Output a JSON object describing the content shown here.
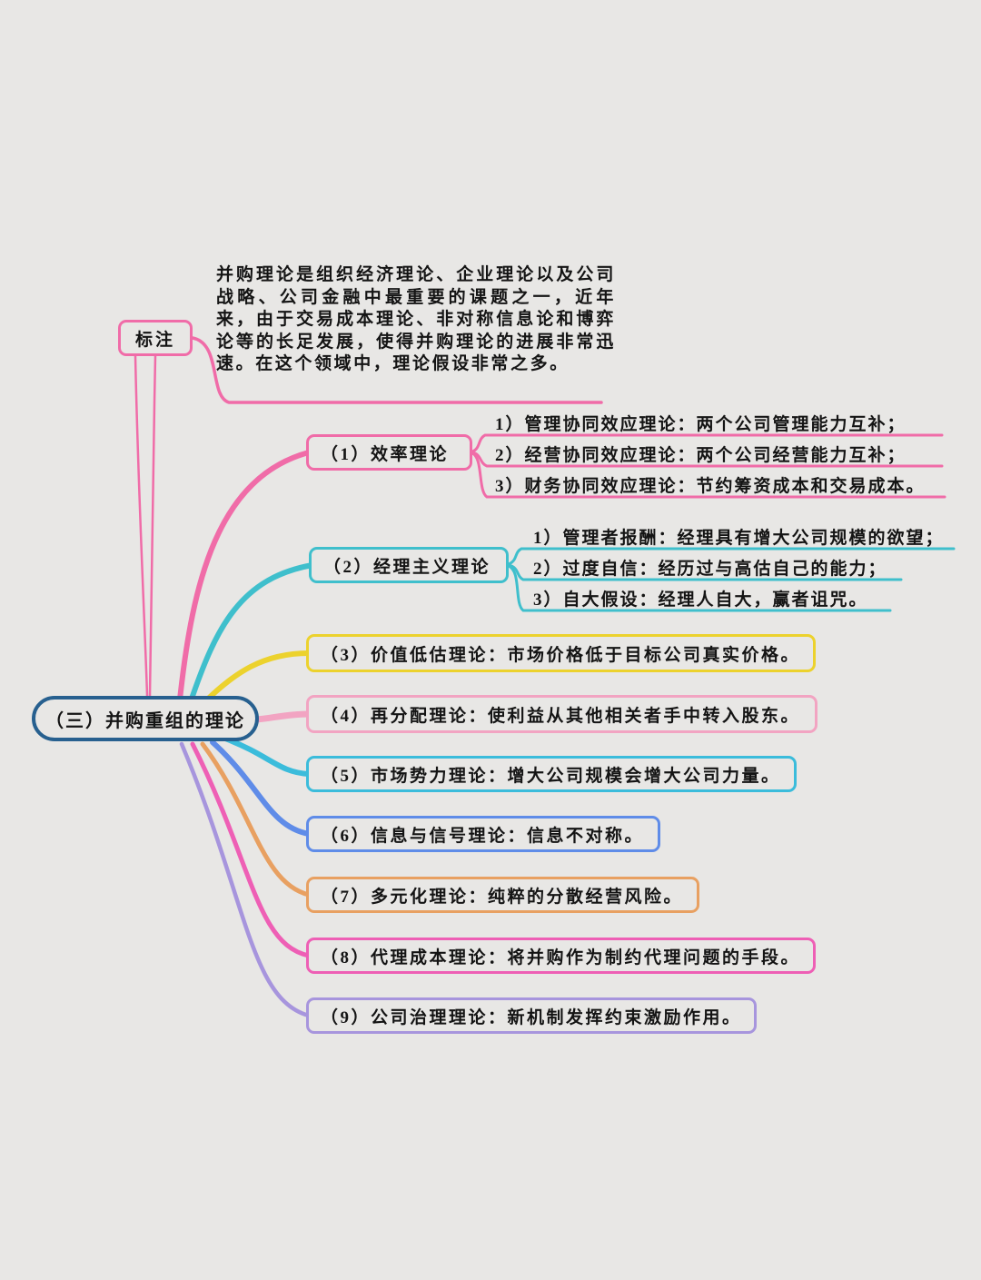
{
  "root": {
    "label": "（三）并购重组的理论",
    "border_color": "#27608f"
  },
  "annotation": {
    "label": "标注",
    "text": "并购理论是组织经济理论、企业理论以及公司战略、公司金融中最重要的课题之一，近年来，由于交易成本理论、非对称信息论和博弈论等的长足发展，使得并购理论的进展非常迅速。在这个领域中，理论假设非常之多。",
    "color": "#f06ca8"
  },
  "branches": [
    {
      "label": "（1）效率理论",
      "color": "#f06ca8",
      "children": [
        "1）管理协同效应理论：两个公司管理能力互补；",
        "2）经营协同效应理论：两个公司经营能力互补；",
        "3）财务协同效应理论：节约筹资成本和交易成本。"
      ]
    },
    {
      "label": "（2）经理主义理论",
      "color": "#3fbfcc",
      "children": [
        "1）管理者报酬：经理具有增大公司规模的欲望；",
        "2）过度自信：经历过与高估自己的能力；",
        "3）自大假设：经理人自大，赢者诅咒。"
      ]
    },
    {
      "label": "（3）价值低估理论：市场价格低于目标公司真实价格。",
      "color": "#ecd22d"
    },
    {
      "label": "（4）再分配理论：使利益从其他相关者手中转入股东。",
      "color": "#f2a4c2"
    },
    {
      "label": "（5）市场势力理论：增大公司规模会增大公司力量。",
      "color": "#3bbcdb"
    },
    {
      "label": "（6）信息与信号理论：信息不对称。",
      "color": "#5f8ce8"
    },
    {
      "label": "（7）多元化理论：纯粹的分散经营风险。",
      "color": "#e8a061"
    },
    {
      "label": "（8）代理成本理论：将并购作为制约代理问题的手段。",
      "color": "#ee5fb5"
    },
    {
      "label": "（9）公司治理理论：新机制发挥约束激励作用。",
      "color": "#a795dd"
    }
  ],
  "canvas": {
    "background": "#e8e7e5",
    "text_color": "#141414"
  }
}
